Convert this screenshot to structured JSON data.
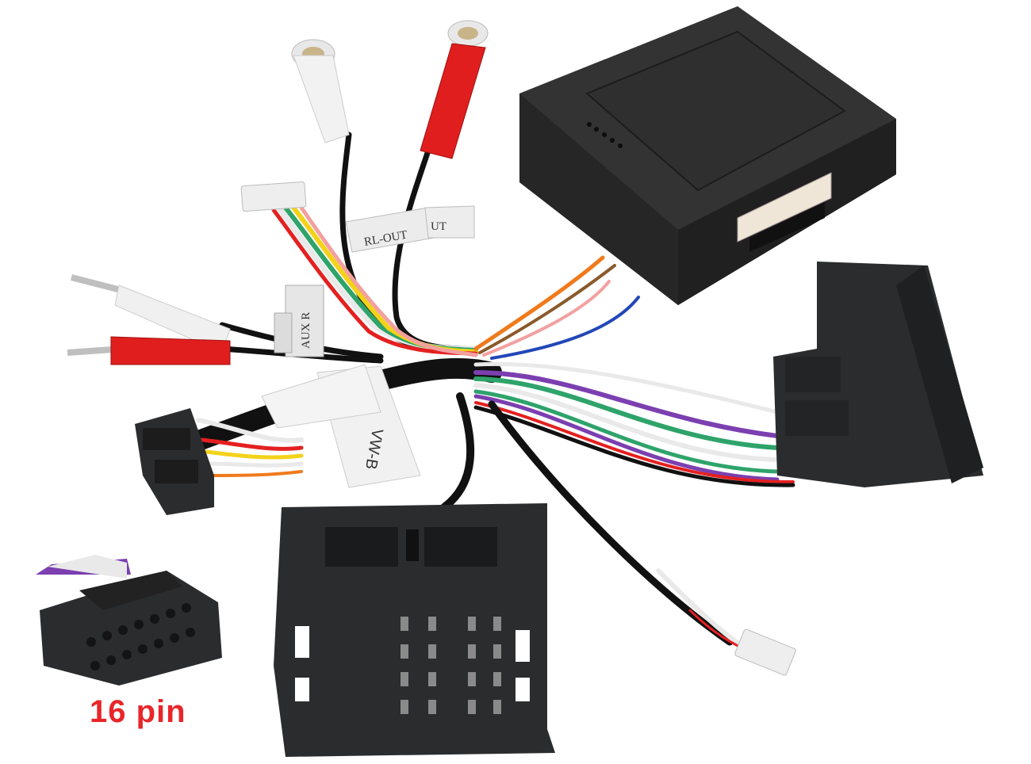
{
  "scene": {
    "type": "product-photo",
    "subject": "car radio wiring harness with CAN-bus decoder box",
    "background": "#ffffff"
  },
  "caption": {
    "text": "16 pin",
    "color": "#e8262a"
  },
  "labels": {
    "rca_out_tag": "RL-OUT",
    "rca_out_tag_second": "UT",
    "aux_tag": "AUX R",
    "harness_tag": "VW-B"
  },
  "components": [
    {
      "name": "canbus-decoder-box",
      "color": "#2b2b2b"
    },
    {
      "name": "rca-female-white",
      "color": "#f0f0f0"
    },
    {
      "name": "rca-female-red",
      "color": "#e01e1e"
    },
    {
      "name": "rca-male-white",
      "color": "#f0f0f0"
    },
    {
      "name": "rca-male-red",
      "color": "#e01e1e"
    },
    {
      "name": "quadlock-connector",
      "color": "#2a2c2e"
    },
    {
      "name": "vehicle-side-connector",
      "color": "#2a2c2e"
    },
    {
      "name": "iso-16-pin-connector",
      "color": "#2a2c2e"
    },
    {
      "name": "small-white-plug-top",
      "color": "#eeeeee"
    },
    {
      "name": "small-white-plug-bottom",
      "color": "#eeeeee"
    }
  ],
  "wire_colors": [
    "#000000",
    "#e9e9e9",
    "#e42020",
    "#f3d21a",
    "#2ea36a",
    "#7b3fb0",
    "#f07a1c",
    "#f3a0a0",
    "#2147b8",
    "#8a5a2b"
  ]
}
